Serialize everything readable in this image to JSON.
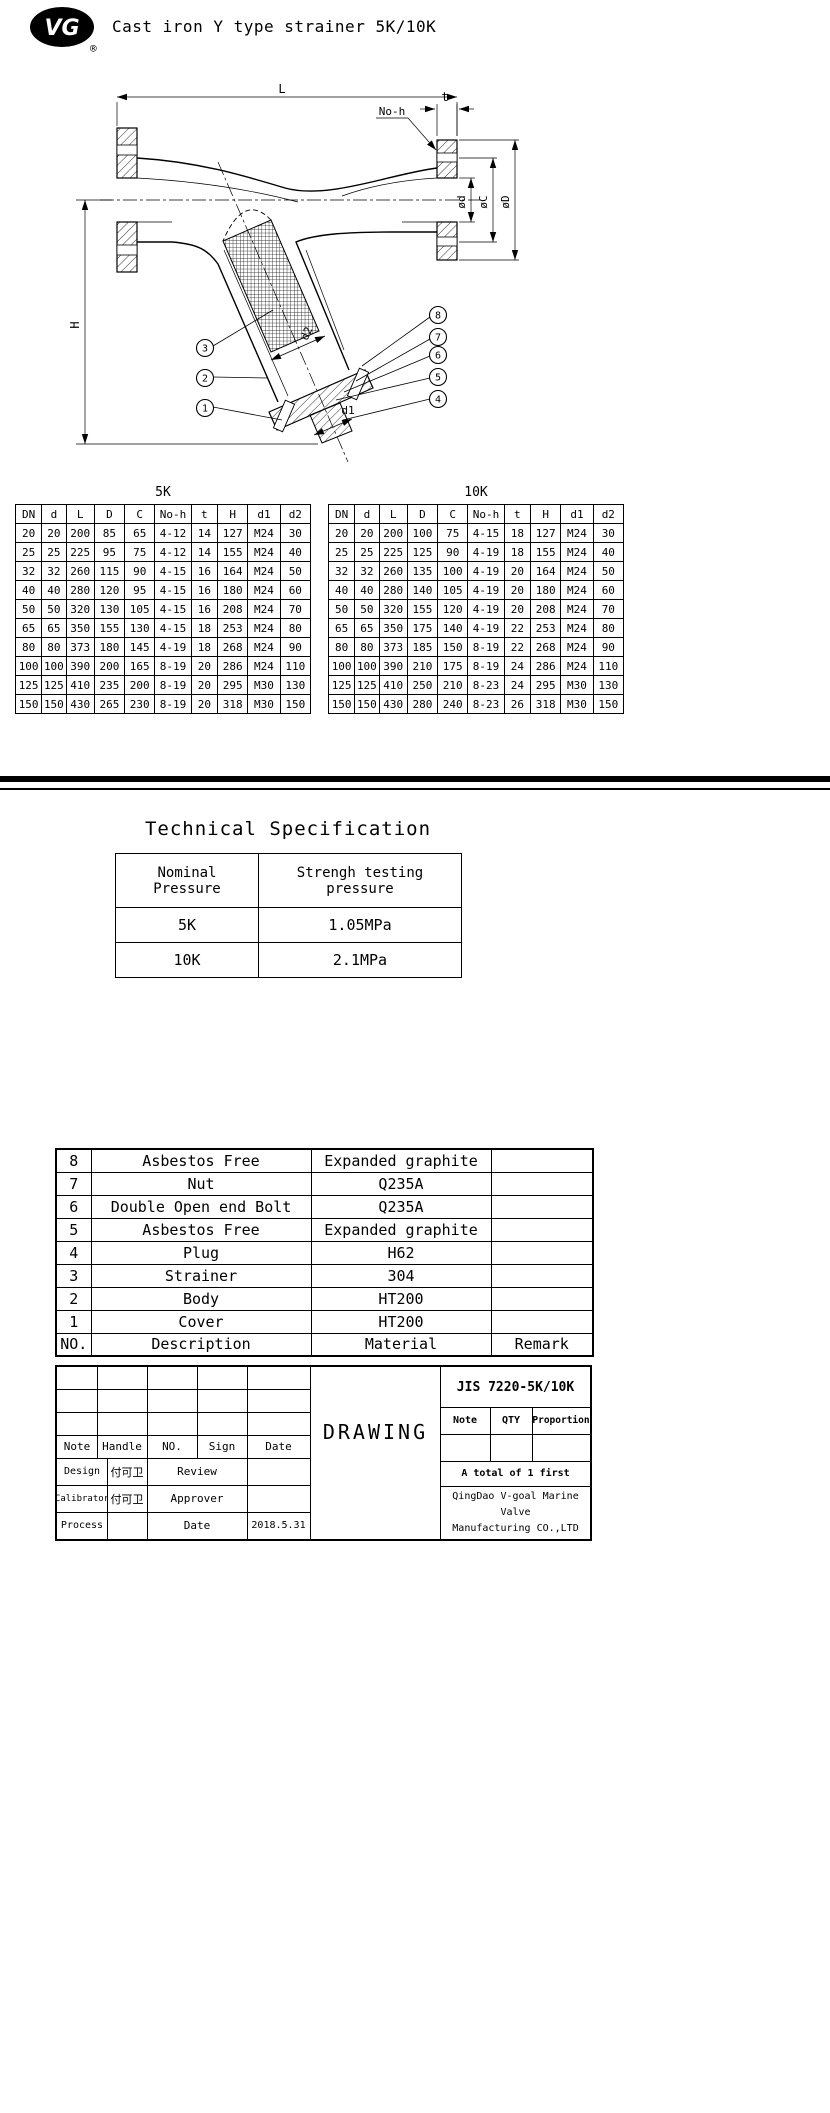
{
  "colors": {
    "ink": "#000000",
    "paper": "#ffffff"
  },
  "header": {
    "title": "Cast iron Y type strainer 5K/10K",
    "logo_text": "VG",
    "registered": "®"
  },
  "drawing": {
    "dims": {
      "L": "L",
      "t": "t",
      "no_h": "No-h",
      "d": "ød",
      "C": "øC",
      "D": "øD",
      "H": "H",
      "d1": "d1",
      "d2": "d2"
    },
    "balloons": [
      "1",
      "2",
      "3",
      "4",
      "5",
      "6",
      "7",
      "8"
    ]
  },
  "tables": {
    "k5": {
      "title": "5K",
      "columns": [
        "DN",
        "d",
        "L",
        "D",
        "C",
        "No-h",
        "t",
        "H",
        "d1",
        "d2"
      ],
      "rows": [
        [
          "20",
          "20",
          "200",
          "85",
          "65",
          "4-12",
          "14",
          "127",
          "M24",
          "30"
        ],
        [
          "25",
          "25",
          "225",
          "95",
          "75",
          "4-12",
          "14",
          "155",
          "M24",
          "40"
        ],
        [
          "32",
          "32",
          "260",
          "115",
          "90",
          "4-15",
          "16",
          "164",
          "M24",
          "50"
        ],
        [
          "40",
          "40",
          "280",
          "120",
          "95",
          "4-15",
          "16",
          "180",
          "M24",
          "60"
        ],
        [
          "50",
          "50",
          "320",
          "130",
          "105",
          "4-15",
          "16",
          "208",
          "M24",
          "70"
        ],
        [
          "65",
          "65",
          "350",
          "155",
          "130",
          "4-15",
          "18",
          "253",
          "M24",
          "80"
        ],
        [
          "80",
          "80",
          "373",
          "180",
          "145",
          "4-19",
          "18",
          "268",
          "M24",
          "90"
        ],
        [
          "100",
          "100",
          "390",
          "200",
          "165",
          "8-19",
          "20",
          "286",
          "M24",
          "110"
        ],
        [
          "125",
          "125",
          "410",
          "235",
          "200",
          "8-19",
          "20",
          "295",
          "M30",
          "130"
        ],
        [
          "150",
          "150",
          "430",
          "265",
          "230",
          "8-19",
          "20",
          "318",
          "M30",
          "150"
        ]
      ]
    },
    "k10": {
      "title": "10K",
      "columns": [
        "DN",
        "d",
        "L",
        "D",
        "C",
        "No-h",
        "t",
        "H",
        "d1",
        "d2"
      ],
      "rows": [
        [
          "20",
          "20",
          "200",
          "100",
          "75",
          "4-15",
          "18",
          "127",
          "M24",
          "30"
        ],
        [
          "25",
          "25",
          "225",
          "125",
          "90",
          "4-19",
          "18",
          "155",
          "M24",
          "40"
        ],
        [
          "32",
          "32",
          "260",
          "135",
          "100",
          "4-19",
          "20",
          "164",
          "M24",
          "50"
        ],
        [
          "40",
          "40",
          "280",
          "140",
          "105",
          "4-19",
          "20",
          "180",
          "M24",
          "60"
        ],
        [
          "50",
          "50",
          "320",
          "155",
          "120",
          "4-19",
          "20",
          "208",
          "M24",
          "70"
        ],
        [
          "65",
          "65",
          "350",
          "175",
          "140",
          "4-19",
          "22",
          "253",
          "M24",
          "80"
        ],
        [
          "80",
          "80",
          "373",
          "185",
          "150",
          "8-19",
          "22",
          "268",
          "M24",
          "90"
        ],
        [
          "100",
          "100",
          "390",
          "210",
          "175",
          "8-19",
          "24",
          "286",
          "M24",
          "110"
        ],
        [
          "125",
          "125",
          "410",
          "250",
          "210",
          "8-23",
          "24",
          "295",
          "M30",
          "130"
        ],
        [
          "150",
          "150",
          "430",
          "280",
          "240",
          "8-23",
          "26",
          "318",
          "M30",
          "150"
        ]
      ]
    }
  },
  "spec": {
    "title": "Technical Specification",
    "header": [
      "Nominal Pressure",
      "Strengh testing pressure"
    ],
    "rows": [
      [
        "5K",
        "1.05MPa"
      ],
      [
        "10K",
        "2.1MPa"
      ]
    ]
  },
  "parts": {
    "rows": [
      [
        "8",
        "Asbestos Free",
        "Expanded graphite",
        ""
      ],
      [
        "7",
        "Nut",
        "Q235A",
        ""
      ],
      [
        "6",
        "Double Open end Bolt",
        "Q235A",
        ""
      ],
      [
        "5",
        "Asbestos Free",
        "Expanded graphite",
        ""
      ],
      [
        "4",
        "Plug",
        "H62",
        ""
      ],
      [
        "3",
        "Strainer",
        "304",
        ""
      ],
      [
        "2",
        "Body",
        "HT200",
        ""
      ],
      [
        "1",
        "Cover",
        "HT200",
        ""
      ]
    ],
    "footer": [
      "NO.",
      "Description",
      "Material",
      "Remark"
    ]
  },
  "titleblock": {
    "left_headers": [
      "Note",
      "Handle",
      "NO.",
      "Sign",
      "Date"
    ],
    "rows": {
      "design_label": "Design",
      "design_sign": "付可卫",
      "review_label": "Review",
      "calibrator_label": "Calibrator",
      "calibrator_sign": "付可卫",
      "approver_label": "Approver",
      "process_label": "Process",
      "date_label": "Date",
      "date_value": "2018.5.31"
    },
    "drawing_label": "DRAWING",
    "doc_number": "JIS 7220-5K/10K",
    "right_headers": [
      "Note",
      "QTY",
      "Proportion"
    ],
    "total_note": "A total of 1 first",
    "company": [
      "QingDao V-goal Marine Valve",
      "Manufacturing CO.,LTD"
    ]
  }
}
